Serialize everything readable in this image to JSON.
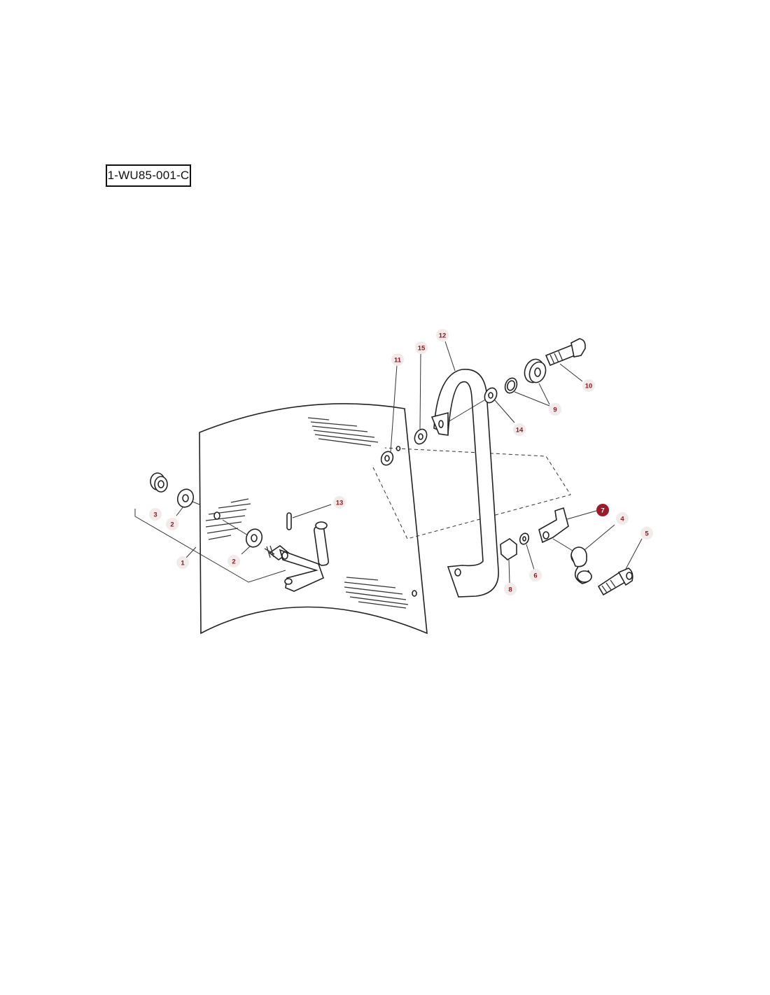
{
  "reference_code": "1-WU85-001-C",
  "colors": {
    "callout_bg": "#f3eaea",
    "callout_text": "#8b1a24",
    "highlight_bg": "#9b1b2a",
    "highlight_text": "#ffffff",
    "line": "#222222"
  },
  "callouts": [
    {
      "id": "c1",
      "label": "1",
      "highlighted": false
    },
    {
      "id": "c2a",
      "label": "2",
      "highlighted": false
    },
    {
      "id": "c2b",
      "label": "2",
      "highlighted": false
    },
    {
      "id": "c3",
      "label": "3",
      "highlighted": false
    },
    {
      "id": "c4",
      "label": "4",
      "highlighted": false
    },
    {
      "id": "c5",
      "label": "5",
      "highlighted": false
    },
    {
      "id": "c6",
      "label": "6",
      "highlighted": false
    },
    {
      "id": "c7",
      "label": "7",
      "highlighted": true
    },
    {
      "id": "c8",
      "label": "8",
      "highlighted": false
    },
    {
      "id": "c9",
      "label": "9",
      "highlighted": false
    },
    {
      "id": "c10",
      "label": "10",
      "highlighted": false
    },
    {
      "id": "c11",
      "label": "11",
      "highlighted": false
    },
    {
      "id": "c12",
      "label": "12",
      "highlighted": false
    },
    {
      "id": "c13",
      "label": "13",
      "highlighted": false
    },
    {
      "id": "c14",
      "label": "14",
      "highlighted": false
    },
    {
      "id": "c15",
      "label": "15",
      "highlighted": false
    }
  ]
}
